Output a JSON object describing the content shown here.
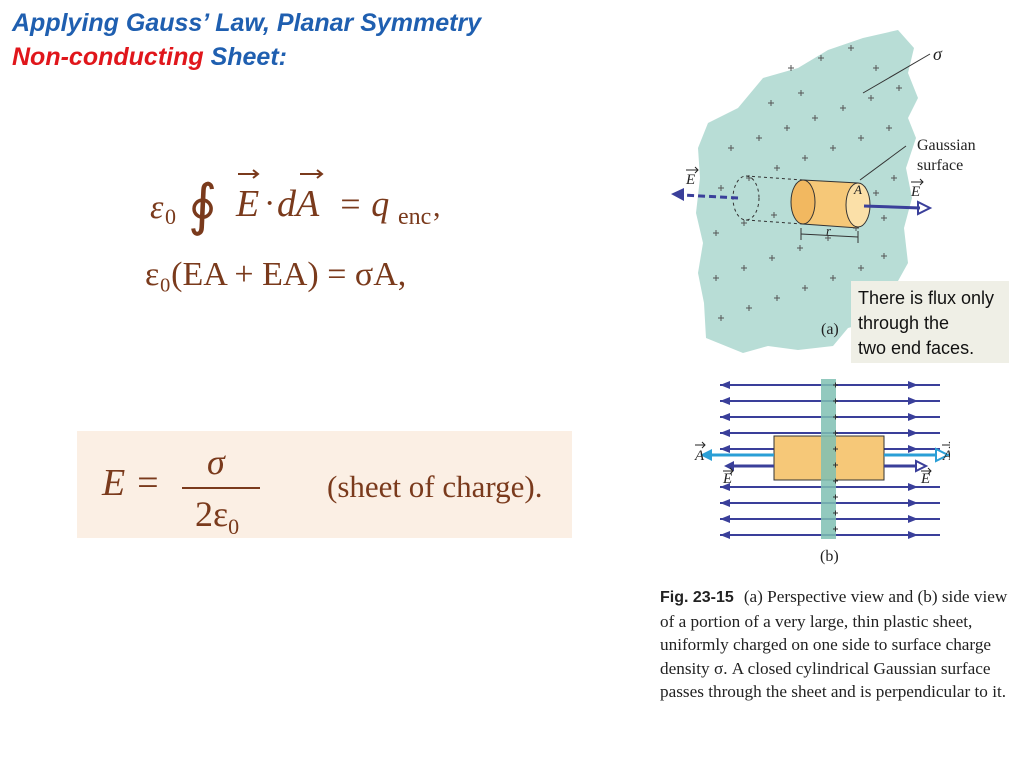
{
  "slide": {
    "title_line1": "Applying Gauss’ Law, Planar Symmetry",
    "title_line2_red": "Non-conducting",
    "title_line2_blue": " Sheet:"
  },
  "equations": {
    "eq1_eps": "ε",
    "eq1_sub0": "0",
    "eq1_oint": "∮",
    "eq1_E": "E",
    "eq1_dot": "·",
    "eq1_dA": "dA",
    "eq1_rhs": "= q",
    "eq1_enc": "enc",
    "eq1_comma": ",",
    "eq2": "ε₀(EA + EA) = σA,",
    "result_lhs": "E =",
    "result_num": "σ",
    "result_den": "2ε",
    "result_den_sub": "0",
    "result_note": "(sheet of charge)."
  },
  "figure_a": {
    "sigma_label": "σ",
    "gaussian_label_1": "Gaussian",
    "gaussian_label_2": "surface",
    "e_left": "E",
    "e_right": "E",
    "a_label": "A",
    "r_label": "r",
    "part_label": "(a)",
    "callout_line1": "There is flux only",
    "callout_line2": "through the",
    "callout_line3": "two end faces."
  },
  "figure_b": {
    "a_left": "A",
    "a_right": "A",
    "e_left": "E",
    "e_right": "E",
    "part_label": "(b)"
  },
  "caption": {
    "fig_number": "Fig. 23-15",
    "text": "(a) Perspective view and (b) side view of a portion of a very large, thin plastic sheet, uniformly charged on one side to surface charge density σ. A closed cylindrical Gaussian surface passes through the sheet and is perpendicular to it."
  },
  "colors": {
    "title_blue": "#1f5fb0",
    "title_red": "#e0161b",
    "equation_brown": "#7a3a1c",
    "sheet_teal": "#b8ddd6",
    "field_blue": "#3a3f9a",
    "area_cyan": "#2a9fd6",
    "cylinder_orange": "#f6c878"
  }
}
